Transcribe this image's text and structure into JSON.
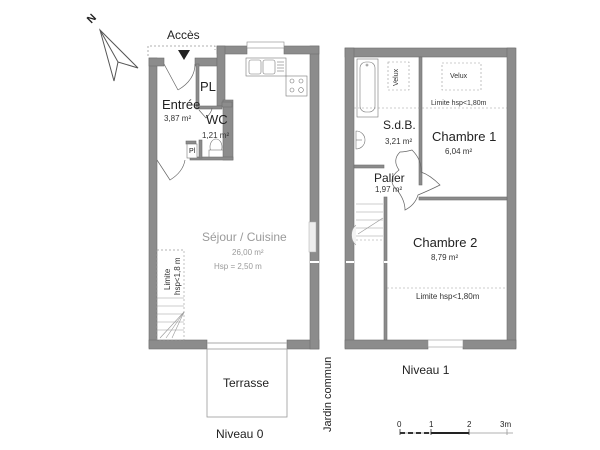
{
  "plan": {
    "compass_label": "N",
    "access_label": "Accès",
    "colors": {
      "wall": "#8c8c8c",
      "wall_edge": "#6e6e6e",
      "line": "#555555",
      "dashed": "#888888",
      "background": "#ffffff"
    },
    "levels": [
      {
        "name": "Niveau 0",
        "rooms": [
          {
            "name": "Entrée",
            "area": "3,87 m²"
          },
          {
            "name": "PL",
            "area": ""
          },
          {
            "name": "WC",
            "area": "1,21 m²"
          },
          {
            "name": "Pl",
            "area": ""
          },
          {
            "name": "Séjour / Cuisine",
            "area": "26,00 m²",
            "note": "Hsp = 2,50 m"
          },
          {
            "name": "Terrasse",
            "area": ""
          }
        ],
        "stair_note_line1": "Limite",
        "stair_note_line2": "hsp<1,8 m"
      },
      {
        "name": "Niveau 1",
        "rooms": [
          {
            "name": "S.d.B.",
            "area": "3,21 m²"
          },
          {
            "name": "Chambre 1",
            "area": "6,04 m²"
          },
          {
            "name": "Palier",
            "area": "1,97 m²"
          },
          {
            "name": "Chambre 2",
            "area": "8,79 m²"
          }
        ],
        "velux_labels": [
          "Velux",
          "Velux"
        ],
        "limit_notes": [
          "Limite hsp<1,80m",
          "Limite hsp<1,80m"
        ]
      }
    ],
    "outside_label": "Jardin commun",
    "scale": {
      "ticks": [
        "0",
        "1",
        "2",
        "3m"
      ]
    }
  }
}
